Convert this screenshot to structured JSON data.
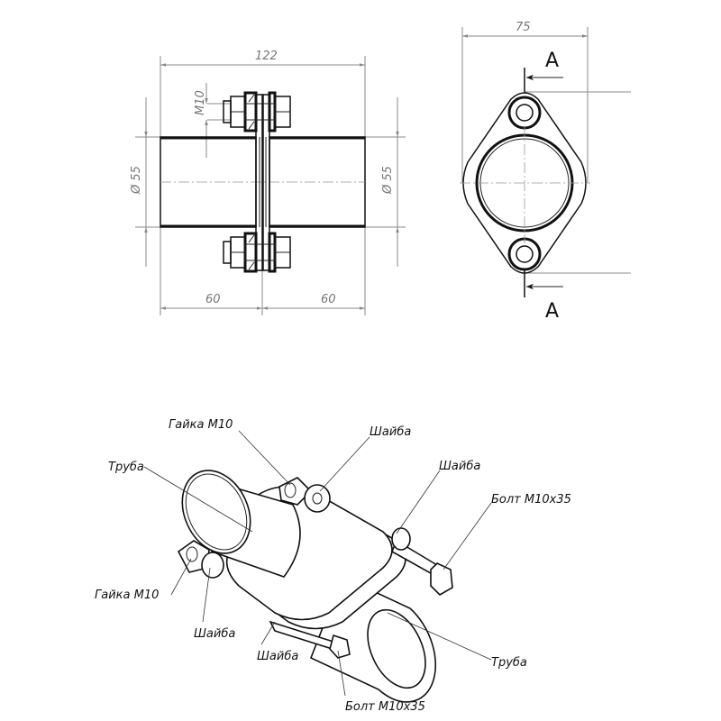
{
  "side_view": {
    "dim_length": "122",
    "dim_bolt": "M10",
    "dim_diam_left": "Ø 55",
    "dim_diam_right": "Ø 55",
    "dim_left_half": "60",
    "dim_right_half": "60"
  },
  "front_view": {
    "dim_width": "75",
    "section_top": "A",
    "section_bottom": "A"
  },
  "iso_view": {
    "labels": [
      "Гайка М10",
      "Шайба",
      "Шайба",
      "Болт М10х35",
      "Труба",
      "Гайка М10",
      "Шайба",
      "Шайба",
      "Труба",
      "Болт М10х35"
    ]
  }
}
